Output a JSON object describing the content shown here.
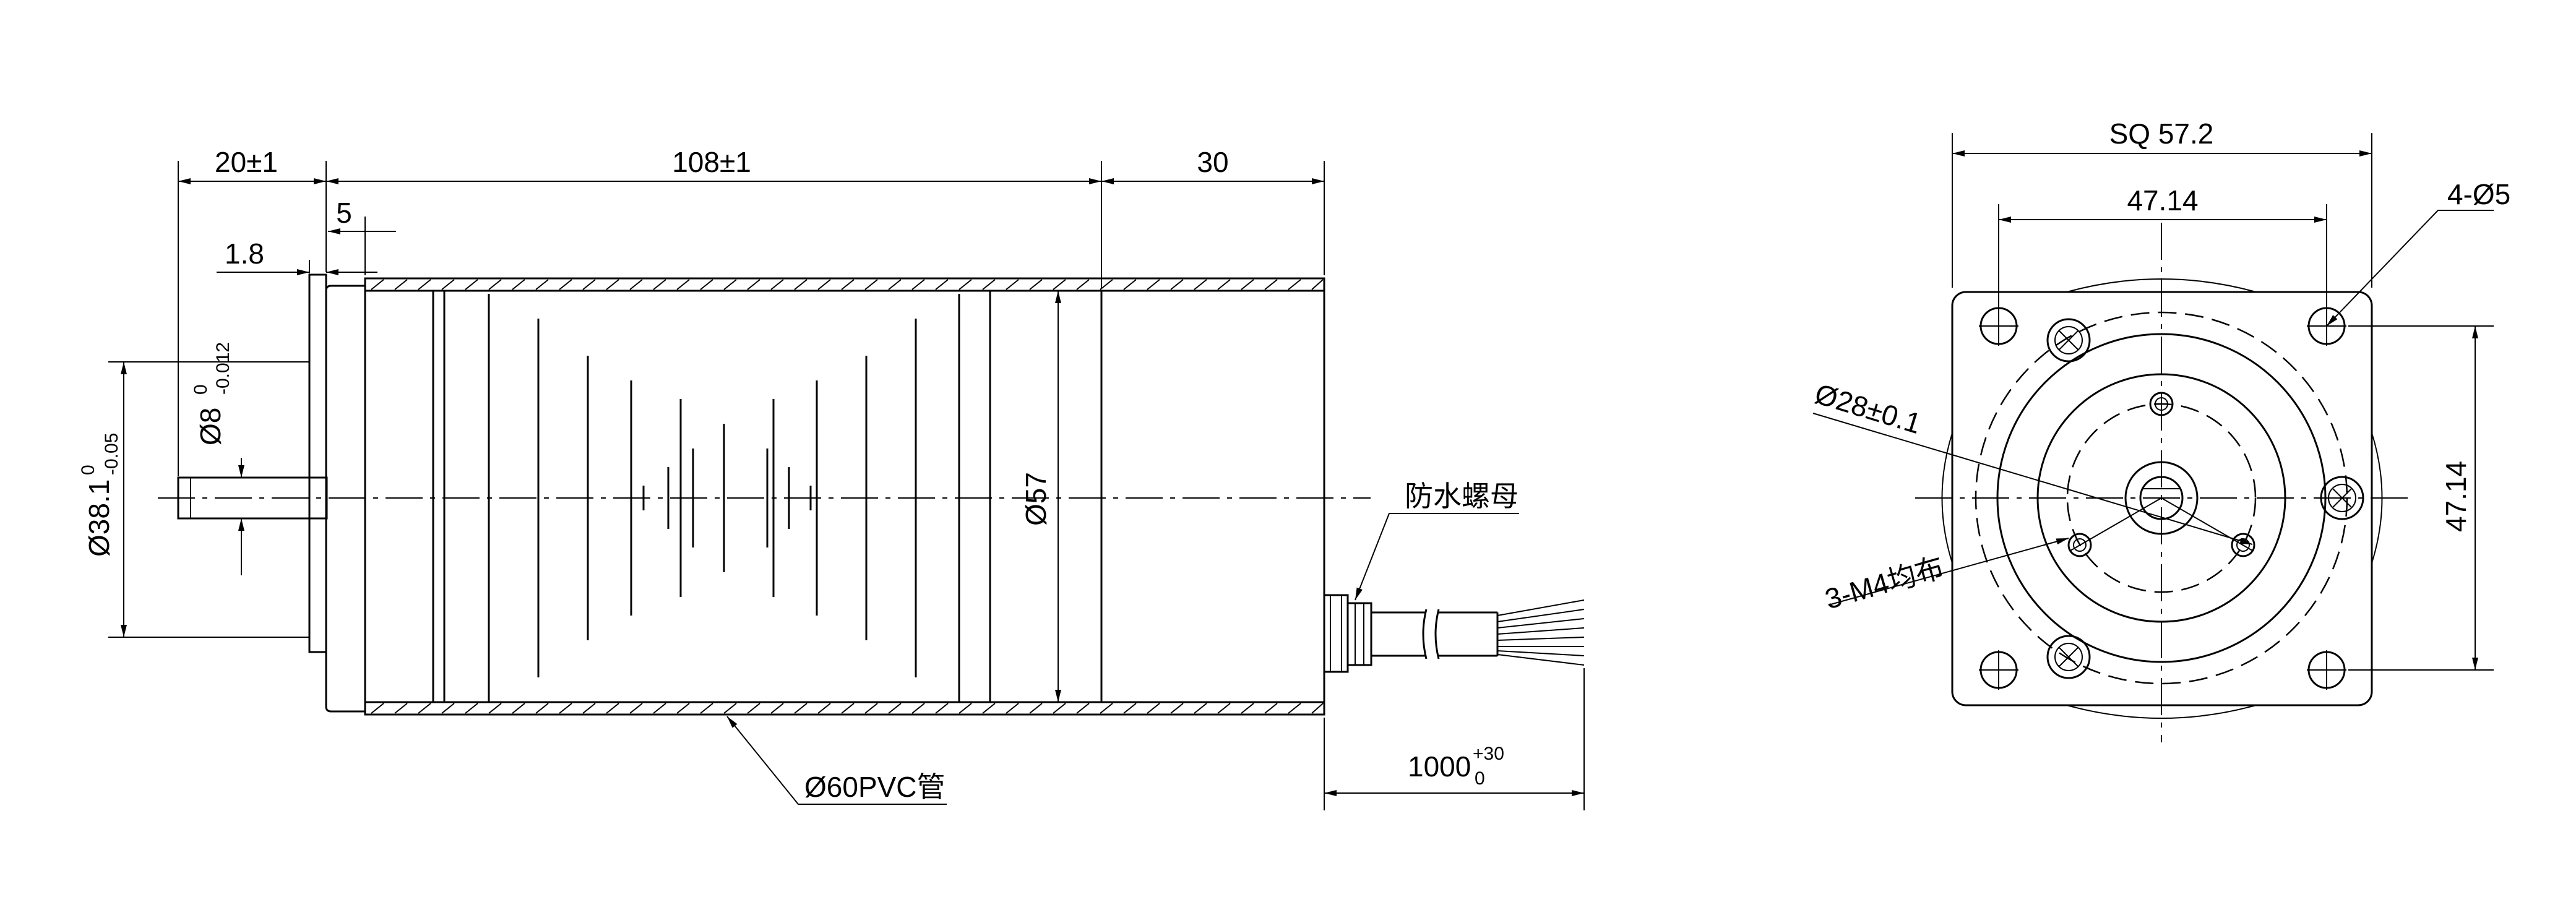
{
  "side_view": {
    "dim_flange_length": "20±1",
    "dim_body_length": "108±1",
    "dim_cable_exit": "30",
    "dim_step": "5",
    "dim_flange_thk": "1.8",
    "dim_shaft_dia_main": "Ø8",
    "dim_shaft_dia_upper": "0",
    "dim_shaft_dia_lower": "-0.012",
    "dim_pilot_dia_main": "Ø38.1",
    "dim_pilot_dia_upper": "0",
    "dim_pilot_dia_lower": "-0.05",
    "dim_body_dia": "Ø57",
    "label_nut": "防水螺母",
    "label_pipe": "Ø60PVC管",
    "dim_cable_main": "1000",
    "dim_cable_upper": "+30",
    "dim_cable_lower": "0"
  },
  "end_view": {
    "dim_square": "SQ 57.2",
    "dim_hole_spacing_h": "47.14",
    "dim_hole_spacing_v": "47.14",
    "label_holes": "4-Ø5",
    "dim_pcd": "Ø28±0.1",
    "label_tapped": "3-M4均布"
  }
}
